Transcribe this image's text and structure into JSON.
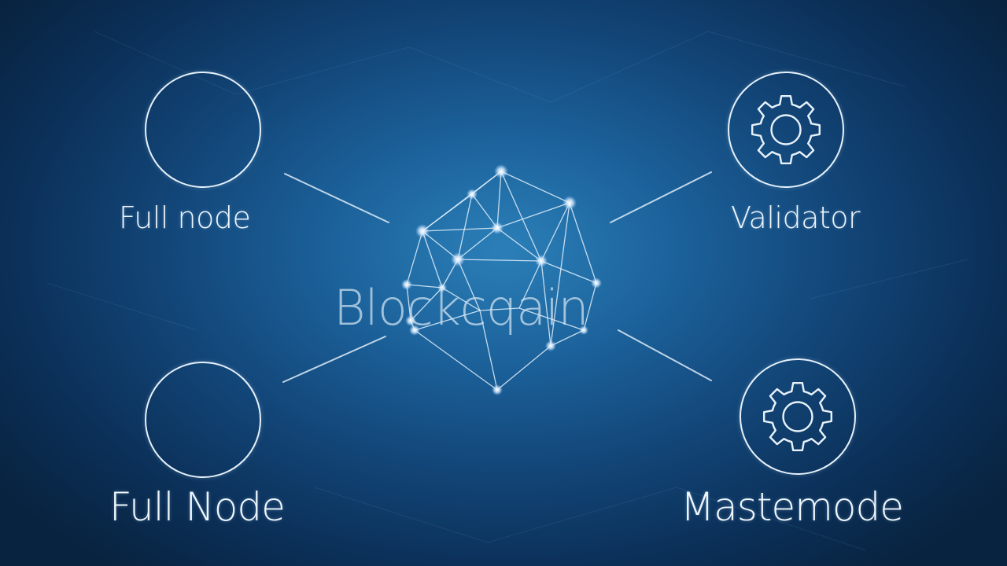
{
  "center": {
    "title": "Blockcqain"
  },
  "nodes": {
    "top_left": {
      "label": "Full node",
      "icon": "empty-circle"
    },
    "bottom_left": {
      "label": "Full Node",
      "icon": "empty-circle"
    },
    "top_right": {
      "label": "Validator",
      "icon": "gear-icon"
    },
    "bottom_right": {
      "label": "Mastemode",
      "icon": "gear-icon"
    }
  },
  "colors": {
    "background_center": "#2b7fb8",
    "background_edge": "#08233f",
    "line": "#e6f1fa",
    "node_glow": "#ffffff"
  }
}
